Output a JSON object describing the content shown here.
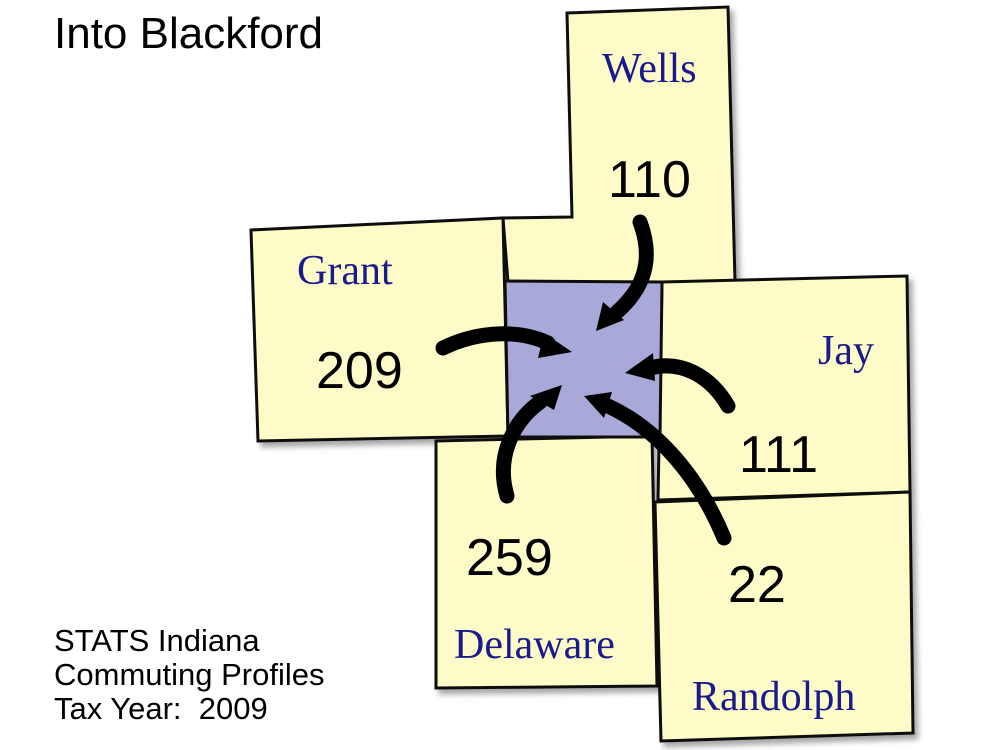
{
  "title": "Into Blackford",
  "source": {
    "line1": "STATS Indiana",
    "line2": "Commuting Profiles",
    "line3": "Tax Year:  2009"
  },
  "counties": {
    "wells": {
      "name": "Wells",
      "commuters": "110"
    },
    "grant": {
      "name": "Grant",
      "commuters": "209"
    },
    "jay": {
      "name": "Jay",
      "commuters": "111"
    },
    "delaware": {
      "name": "Delaware",
      "commuters": "259"
    },
    "randolph": {
      "name": "Randolph",
      "commuters": "22"
    }
  },
  "colors": {
    "county_fill": "#fdfcc8",
    "blackford_fill": "#a9a9d9",
    "county_label": "#1a1a8c"
  }
}
